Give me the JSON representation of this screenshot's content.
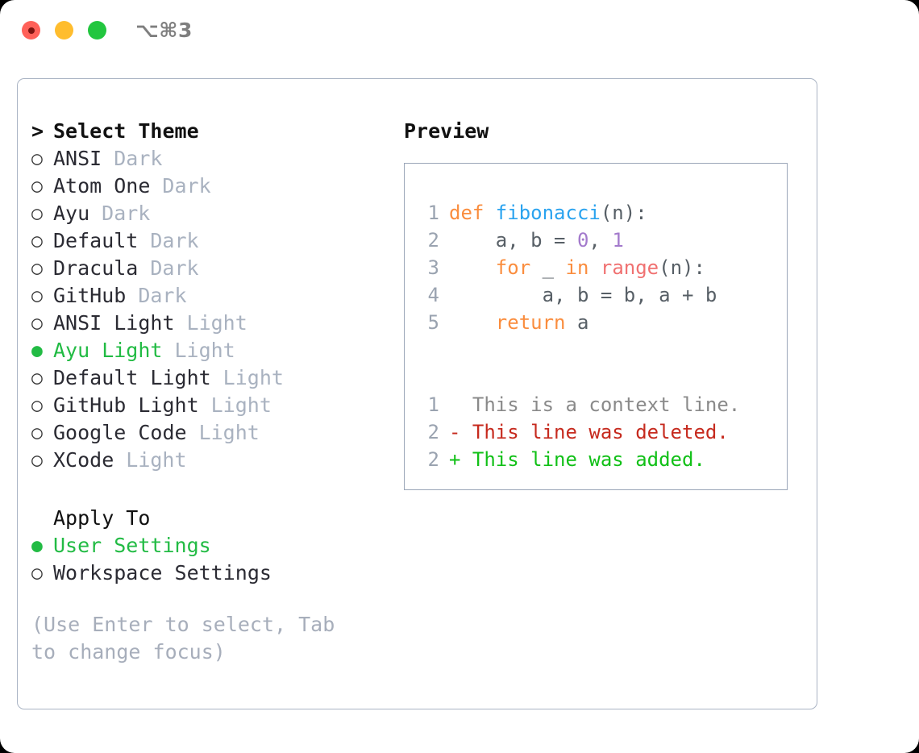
{
  "titlebar": {
    "shortcut": "⌥⌘3",
    "lights": {
      "close": "close-traffic-light",
      "minimize": "minimize-traffic-light",
      "maximize": "maximize-traffic-light"
    }
  },
  "theme_panel": {
    "heading": "Select Theme",
    "caret": ">",
    "bullet_unselected": "○",
    "bullet_selected": "●",
    "items": [
      {
        "label": "ANSI",
        "badge": "Dark",
        "selected": false
      },
      {
        "label": "Atom One",
        "badge": "Dark",
        "selected": false
      },
      {
        "label": "Ayu",
        "badge": "Dark",
        "selected": false
      },
      {
        "label": "Default",
        "badge": "Dark",
        "selected": false
      },
      {
        "label": "Dracula",
        "badge": "Dark",
        "selected": false
      },
      {
        "label": "GitHub",
        "badge": "Dark",
        "selected": false
      },
      {
        "label": "ANSI Light",
        "badge": "Light",
        "selected": false
      },
      {
        "label": "Ayu Light",
        "badge": "Light",
        "selected": true
      },
      {
        "label": "Default Light",
        "badge": "Light",
        "selected": false
      },
      {
        "label": "GitHub Light",
        "badge": "Light",
        "selected": false
      },
      {
        "label": "Google Code",
        "badge": "Light",
        "selected": false
      },
      {
        "label": "XCode",
        "badge": "Light",
        "selected": false
      }
    ]
  },
  "apply_to": {
    "heading": "Apply To",
    "items": [
      {
        "label": "User Settings",
        "selected": true
      },
      {
        "label": "Workspace Settings",
        "selected": false
      }
    ]
  },
  "hint": "(Use Enter to select, Tab to change focus)",
  "preview": {
    "title": "Preview",
    "code_lines": [
      {
        "number": "1",
        "tokens": [
          {
            "text": "def ",
            "type": "kw"
          },
          {
            "text": "fibonacci",
            "type": "fn"
          },
          {
            "text": "(n):",
            "type": "pl"
          }
        ]
      },
      {
        "number": "2",
        "tokens": [
          {
            "text": "    a, b = ",
            "type": "pl"
          },
          {
            "text": "0",
            "type": "num"
          },
          {
            "text": ", ",
            "type": "pl"
          },
          {
            "text": "1",
            "type": "num"
          }
        ]
      },
      {
        "number": "3",
        "tokens": [
          {
            "text": "    ",
            "type": "pl"
          },
          {
            "text": "for",
            "type": "kw"
          },
          {
            "text": " _ ",
            "type": "pl"
          },
          {
            "text": "in",
            "type": "kw"
          },
          {
            "text": " ",
            "type": "pl"
          },
          {
            "text": "range",
            "type": "bi"
          },
          {
            "text": "(n):",
            "type": "pl"
          }
        ]
      },
      {
        "number": "4",
        "tokens": [
          {
            "text": "        a, b = b, a + b",
            "type": "pl"
          }
        ]
      },
      {
        "number": "5",
        "tokens": [
          {
            "text": "    ",
            "type": "pl"
          },
          {
            "text": "return",
            "type": "kw"
          },
          {
            "text": " a",
            "type": "pl"
          }
        ]
      }
    ],
    "diff_lines": [
      {
        "number": "1",
        "marker": " ",
        "text": " This is a context line.",
        "type": "ctx"
      },
      {
        "number": "2",
        "marker": "-",
        "text": " This line was deleted.",
        "type": "del"
      },
      {
        "number": "2",
        "marker": "+",
        "text": " This line was added.",
        "type": "add"
      }
    ]
  },
  "colors": {
    "selected_green": "#22bb44",
    "badge_gray": "#a9b2c0",
    "hint_gray": "#a7aebb",
    "panel_border": "#aab4c4",
    "preview_border": "#9aa6b8",
    "keyword_orange": "#fa8d3e",
    "function_blue": "#2aa3ef",
    "number_purple": "#a37acc",
    "builtin_red": "#f07171",
    "plain_text": "#575f66",
    "diff_deleted": "#c62a1e",
    "diff_added": "#11c017",
    "diff_context": "#8a8a8a"
  }
}
